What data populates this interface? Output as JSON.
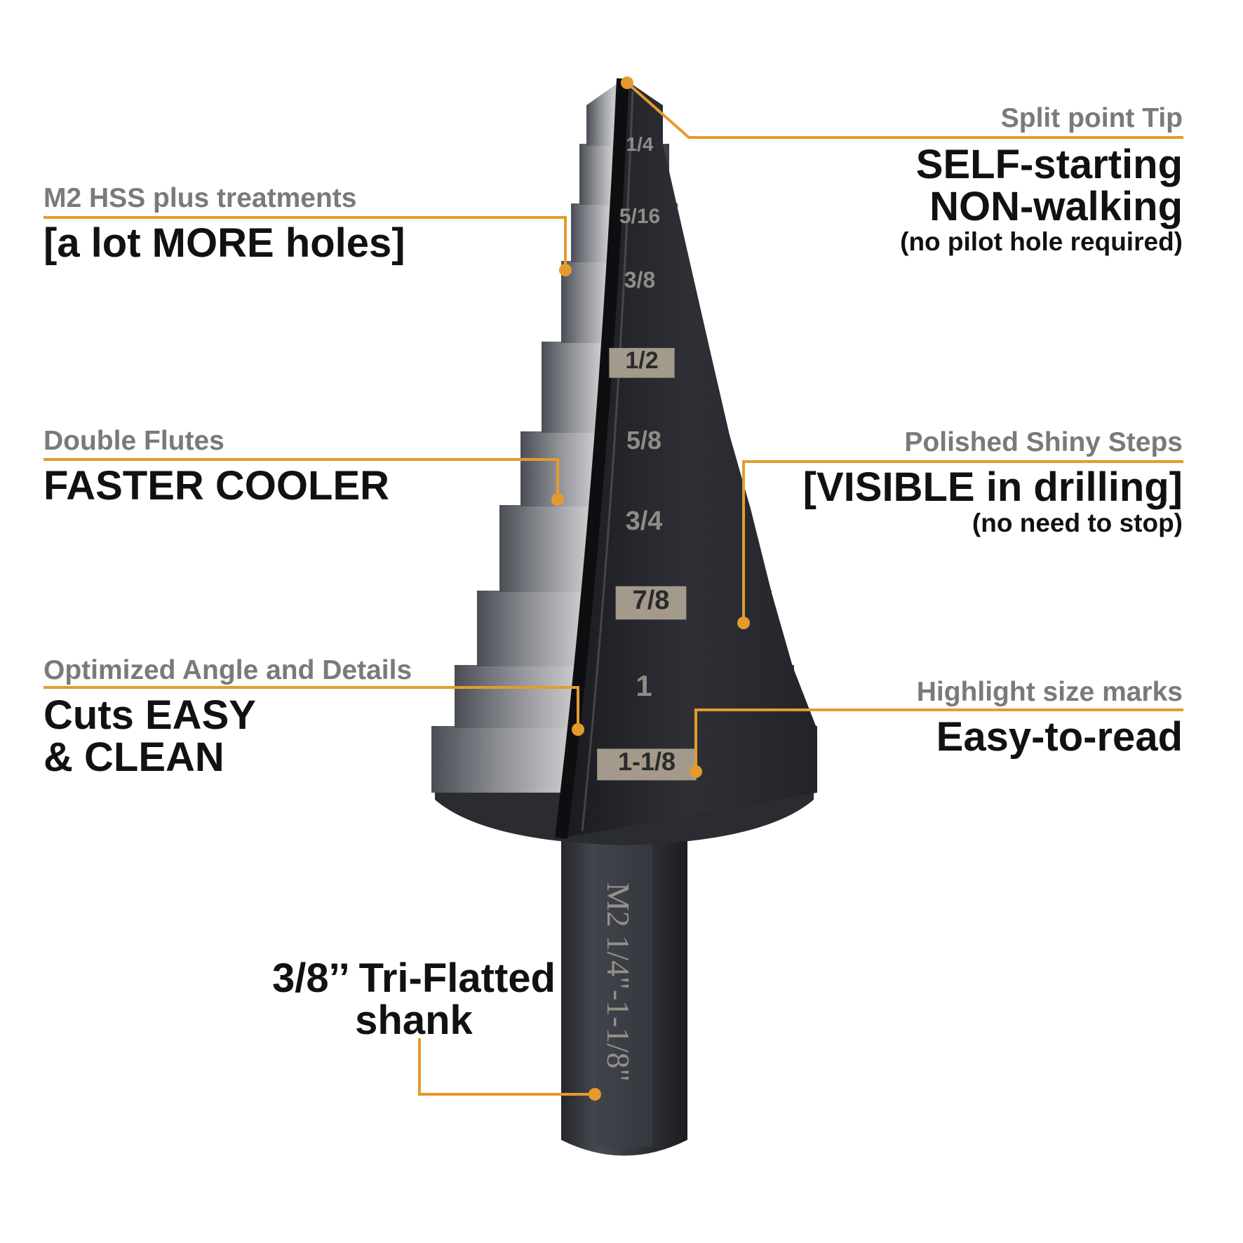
{
  "accent_color": "#e69a2e",
  "annotations": {
    "tip": {
      "label": "Split point Tip",
      "headline_lines": [
        "SELF-starting",
        "NON-walking"
      ],
      "note": "(no pilot hole required)"
    },
    "material": {
      "label": "M2 HSS plus treatments",
      "headline_lines": [
        "[a lot MORE holes]"
      ]
    },
    "flutes": {
      "label": "Double Flutes",
      "headline_lines": [
        "FASTER COOLER"
      ]
    },
    "steps": {
      "label": "Polished Shiny Steps",
      "headline_lines": [
        "[VISIBLE in drilling]"
      ],
      "note": "(no need to stop)"
    },
    "angle": {
      "label": "Optimized Angle and Details",
      "headline_lines": [
        "Cuts EASY",
        "& CLEAN"
      ]
    },
    "marks": {
      "label": "Highlight size marks",
      "headline_lines": [
        "Easy-to-read"
      ]
    },
    "shank": {
      "headline_lines": [
        "3/8’’ Tri-Flatted",
        "shank"
      ]
    }
  },
  "drill_bit": {
    "size_marks": [
      "1/4",
      "5/16",
      "3/8",
      "1/2",
      "5/8",
      "3/4",
      "7/8",
      "1",
      "1-1/8"
    ],
    "highlighted_marks": [
      "1/2",
      "7/8",
      "1-1/8"
    ],
    "shank_engraving": "M2 1/4\"-1-1/8\""
  }
}
